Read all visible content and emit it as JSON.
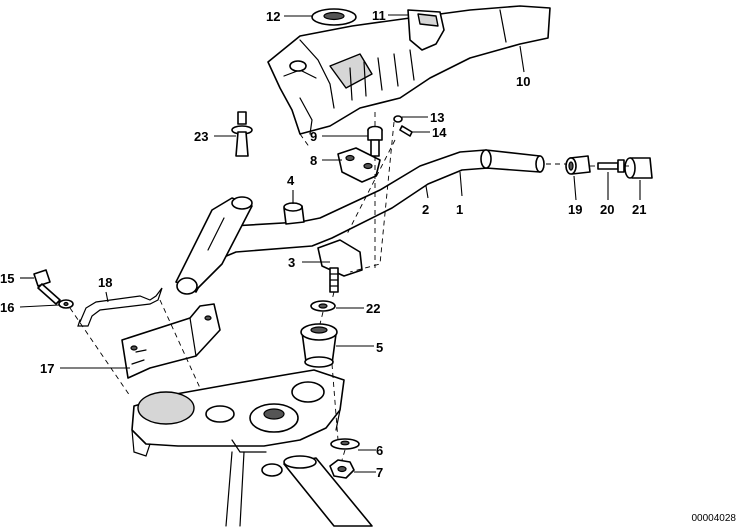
{
  "callouts": [
    "1",
    "2",
    "3",
    "4",
    "5",
    "6",
    "7",
    "8",
    "9",
    "10",
    "11",
    "12",
    "13",
    "14",
    "15",
    "16",
    "17",
    "18",
    "19",
    "20",
    "21",
    "22",
    "23"
  ],
  "drawing_number": "00004028"
}
